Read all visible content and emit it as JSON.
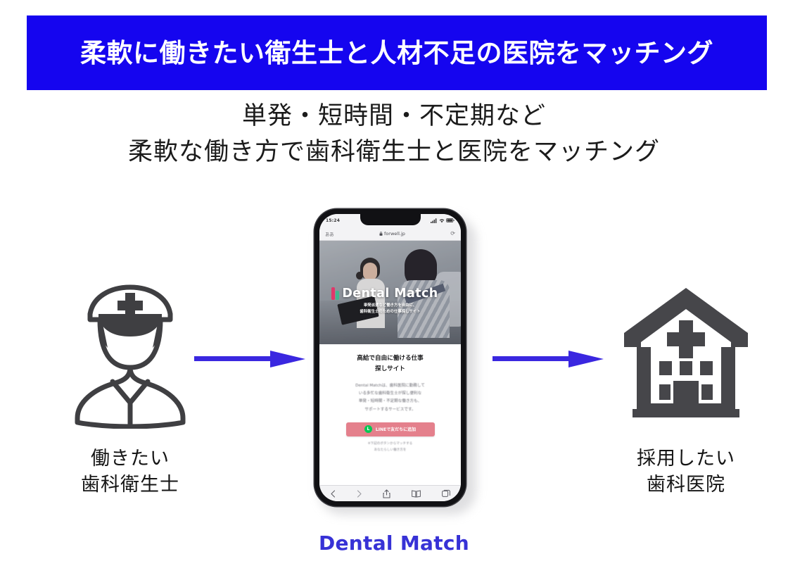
{
  "banner": {
    "title": "柔軟に働きたい衛生士と人材不足の医院をマッチング",
    "bg_color": "#1505ef",
    "text_color": "#ffffff"
  },
  "subtitle": {
    "line1": "単発・短時間・不定期など",
    "line2": "柔軟な働き方で歯科衛生士と医院をマッチング"
  },
  "left_column": {
    "icon": "nurse-hygienist-icon",
    "caption_line1": "働きたい",
    "caption_line2": "歯科衛生士"
  },
  "right_column": {
    "icon": "hospital-building-icon",
    "caption_line1": "採用したい",
    "caption_line2": "歯科医院"
  },
  "arrows": {
    "left_arrow": "arrow-right-icon",
    "right_arrow": "arrow-right-icon",
    "color": "#3a27e0"
  },
  "phone": {
    "status_bar": {
      "time": "15:24",
      "signal_icon": "cellular-signal-icon",
      "wifi_icon": "wifi-icon",
      "battery_icon": "battery-icon"
    },
    "browser": {
      "left_label": "ああ",
      "lock_icon": "lock-icon",
      "url": "forwell.jp",
      "reload_icon": "reload-icon"
    },
    "hero": {
      "brand": "Dental Match",
      "logo_icon": "dental-match-logo-icon",
      "sub_line1": "単発派遣など働き方を自由に、",
      "sub_line2": "歯科衛生士のための仕事探しサイト"
    },
    "page": {
      "heading_line1": "高給で自由に働ける仕事",
      "heading_line2": "探しサイト",
      "paragraph_line1": "Dental Matchは、歯科医院に勤務して",
      "paragraph_line2": "いる多忙な歯科衛生士が探し便利な",
      "paragraph_line3": "単発・短時間・不定期な働き方も、",
      "paragraph_line4": "サポートするサービスです。",
      "cta_label": "LINEで友だちに追加",
      "cta_icon": "line-icon",
      "cta_color": "#e4808c",
      "note_line1": "※下記のボタンからマッチする",
      "note_line2": "あなたらしい働き方を"
    },
    "toolbar": {
      "back_icon": "chevron-left-icon",
      "forward_icon": "chevron-right-icon",
      "share_icon": "share-icon",
      "bookmarks_icon": "book-icon",
      "tabs_icon": "tabs-icon"
    }
  },
  "brand_caption": {
    "text": "Dental Match",
    "color": "#3732d6"
  }
}
